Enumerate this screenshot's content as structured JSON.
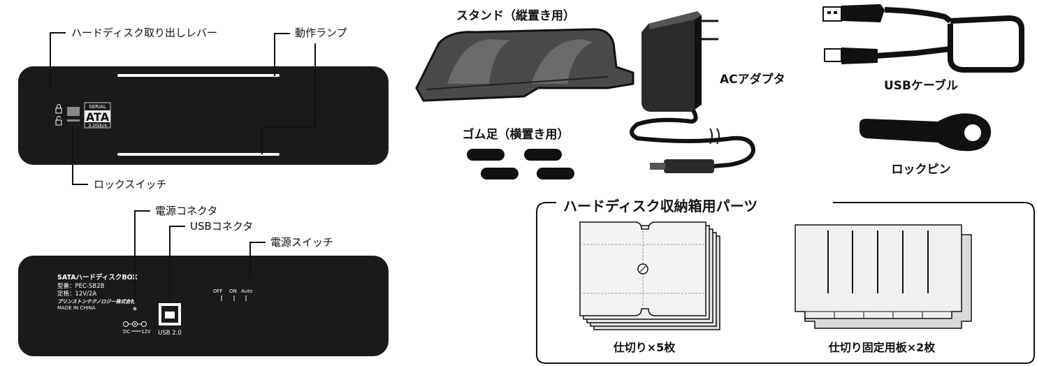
{
  "front_panel": {
    "lever_label": "ハードディスク取り出しレバー",
    "lamp_label": "動作ランプ",
    "lock_switch_label": "ロックスイッチ",
    "badge": {
      "top": "SERIAL",
      "main": "ATA",
      "bottom": "3.0Gb/s"
    }
  },
  "rear_panel": {
    "power_connector_label": "電源コネクタ",
    "usb_connector_label": "USBコネクタ",
    "power_switch_label": "電源スイッチ",
    "product_name": "SATAハードディスクBOX",
    "model": "型番：PEC-SB2B",
    "rating": "定格：12V/2A",
    "maker": "プリンストンテクノロジー株式会社",
    "origin": "MADE IN CHINA",
    "dc_label": "DC",
    "dc_voltage": "12V",
    "usb_port_label": "USB 2.0",
    "switch_positions": [
      "OFF",
      "ON",
      "Auto"
    ]
  },
  "accessories": {
    "stand": "スタンド（縦置き用）",
    "rubber_feet": "ゴム足（横置き用）",
    "ac_adapter": "ACアダプタ",
    "usb_cable": "USBケーブル",
    "lock_pin": "ロックピン"
  },
  "parts_box": {
    "title": "ハードディスク収納箱用パーツ",
    "dividers": "仕切り×5枚",
    "fixing_plates": "仕切り固定用板×2枚"
  },
  "colors": {
    "device": "#1a1a1a",
    "stand_fill": "#4a4a4a",
    "paper": "#e8e8e8"
  }
}
